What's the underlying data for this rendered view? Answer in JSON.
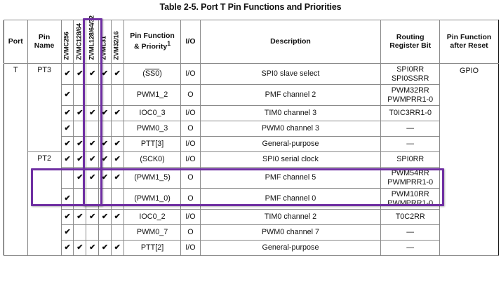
{
  "document": {
    "title": "Table 2-5. Port T Pin Functions and Priorities"
  },
  "table": {
    "headers": {
      "port": "Port",
      "pin_name": "Pin\nName",
      "pin_name_l1": "Pin",
      "pin_name_l2": "Name",
      "devices": [
        "ZVMC256",
        "ZVMC128/64",
        "ZVML128/64/32",
        "ZVML31",
        "ZVM32/16"
      ],
      "pin_function_l1": "Pin Function",
      "pin_function_l2": "& Priority",
      "pin_function_sup": "1",
      "io": "I/O",
      "description": "Description",
      "routing_l1": "Routing",
      "routing_l2": "Register Bit",
      "reset_l1": "Pin Function",
      "reset_l2": "after Reset"
    },
    "rows": [
      {
        "port": "T",
        "pin_name": "PT3",
        "devices": [
          "✔",
          "✔",
          "✔",
          "✔",
          "✔"
        ],
        "function": "(SS0)",
        "function_overline": "SS0",
        "io": "I/O",
        "description": "SPI0 slave select",
        "routing_l1": "SPI0RR",
        "routing_l2": "SPI0SSRR",
        "reset": "GPIO"
      },
      {
        "port": "",
        "pin_name": "",
        "devices": [
          "✔",
          "",
          "",
          "",
          ""
        ],
        "function": "PWM1_2",
        "io": "O",
        "description": "PMF channel 2",
        "routing_l1": "PWM32RR",
        "routing_l2": "PWMPRR1-0",
        "reset": ""
      },
      {
        "port": "",
        "pin_name": "",
        "devices": [
          "✔",
          "✔",
          "✔",
          "✔",
          "✔"
        ],
        "function": "IOC0_3",
        "io": "I/O",
        "description": "TIM0 channel 3",
        "routing_l1": "T0IC3RR1-0",
        "routing_l2": "",
        "reset": ""
      },
      {
        "port": "",
        "pin_name": "",
        "devices": [
          "✔",
          "",
          "",
          "",
          ""
        ],
        "function": "PWM0_3",
        "io": "O",
        "description": "PWM0 channel 3",
        "routing_l1": "—",
        "routing_l2": "",
        "reset": ""
      },
      {
        "port": "",
        "pin_name": "",
        "devices": [
          "✔",
          "✔",
          "✔",
          "✔",
          "✔"
        ],
        "function": "PTT[3]",
        "io": "I/O",
        "description": "General-purpose",
        "routing_l1": "—",
        "routing_l2": "",
        "reset": ""
      },
      {
        "port": "",
        "pin_name": "PT2",
        "devices": [
          "✔",
          "✔",
          "✔",
          "✔",
          "✔"
        ],
        "function": "(SCK0)",
        "io": "I/O",
        "description": "SPI0 serial clock",
        "routing_l1": "SPI0RR",
        "routing_l2": "",
        "reset": ""
      },
      {
        "port": "",
        "pin_name": "",
        "devices": [
          "",
          "✔",
          "✔",
          "✔",
          "✔"
        ],
        "function": "(PWM1_5)",
        "io": "O",
        "description": "PMF channel 5",
        "routing_l1": "PWM54RR",
        "routing_l2": "PWMPRR1-0",
        "reset": ""
      },
      {
        "port": "",
        "pin_name": "",
        "devices": [
          "✔",
          "",
          "",
          "",
          ""
        ],
        "function": "(PWM1_0)",
        "io": "O",
        "description": "PMF channel 0",
        "routing_l1": "PWM10RR",
        "routing_l2": "PWMPRR1-0",
        "reset": ""
      },
      {
        "port": "",
        "pin_name": "",
        "devices": [
          "✔",
          "✔",
          "✔",
          "✔",
          "✔"
        ],
        "function": "IOC0_2",
        "io": "I/O",
        "description": "TIM0 channel 2",
        "routing_l1": "T0C2RR",
        "routing_l2": "",
        "reset": ""
      },
      {
        "port": "",
        "pin_name": "",
        "devices": [
          "✔",
          "",
          "",
          "",
          ""
        ],
        "function": "PWM0_7",
        "io": "O",
        "description": "PWM0 channel 7",
        "routing_l1": "—",
        "routing_l2": "",
        "reset": ""
      },
      {
        "port": "",
        "pin_name": "",
        "devices": [
          "✔",
          "✔",
          "✔",
          "✔",
          "✔"
        ],
        "function": "PTT[2]",
        "io": "I/O",
        "description": "General-purpose",
        "routing_l1": "—",
        "routing_l2": "",
        "reset": ""
      }
    ]
  },
  "annotations": {
    "highlight_color": "#6f2fa2",
    "column_highlight": {
      "target": "ZVML128/64/32"
    },
    "row_highlight": {
      "target": "PT2"
    }
  }
}
